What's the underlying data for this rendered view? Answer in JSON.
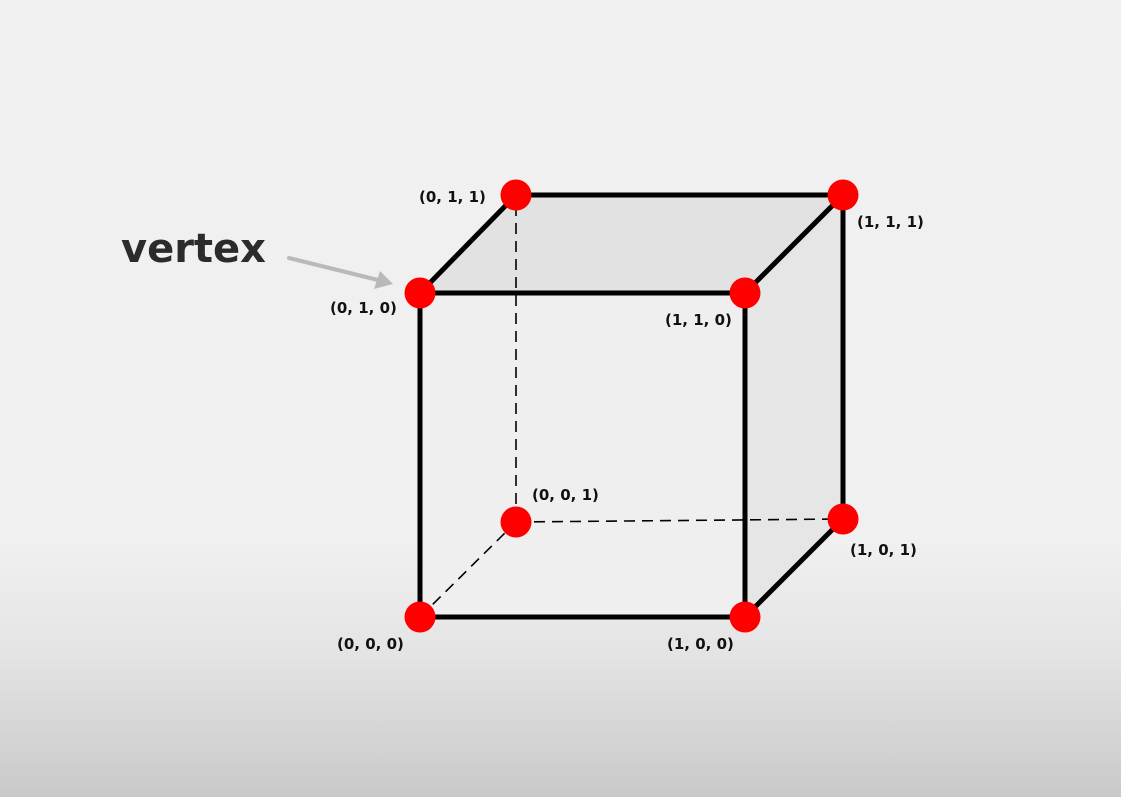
{
  "callout": {
    "text": "vertex",
    "target": "v010"
  },
  "vertices": [
    {
      "id": "v000",
      "label": "(0, 0, 0)"
    },
    {
      "id": "v100",
      "label": "(1, 0, 0)"
    },
    {
      "id": "v010",
      "label": "(0, 1, 0)"
    },
    {
      "id": "v110",
      "label": "(1, 1, 0)"
    },
    {
      "id": "v001",
      "label": "(0, 0, 1)"
    },
    {
      "id": "v101",
      "label": "(1, 0, 1)"
    },
    {
      "id": "v011",
      "label": "(0, 1, 1)"
    },
    {
      "id": "v111",
      "label": "(1, 1, 1)"
    }
  ],
  "edges": {
    "visible": [
      [
        "v000",
        "v100"
      ],
      [
        "v000",
        "v010"
      ],
      [
        "v100",
        "v110"
      ],
      [
        "v010",
        "v110"
      ],
      [
        "v010",
        "v011"
      ],
      [
        "v110",
        "v111"
      ],
      [
        "v011",
        "v111"
      ],
      [
        "v100",
        "v101"
      ],
      [
        "v101",
        "v111"
      ]
    ],
    "hidden": [
      [
        "v000",
        "v001"
      ],
      [
        "v001",
        "v101"
      ],
      [
        "v001",
        "v011"
      ]
    ]
  },
  "colors": {
    "vertex": "#ff0000",
    "edge": "#000000",
    "arrow": "#b9b9b9",
    "callout_text": "#2b2b2b"
  }
}
